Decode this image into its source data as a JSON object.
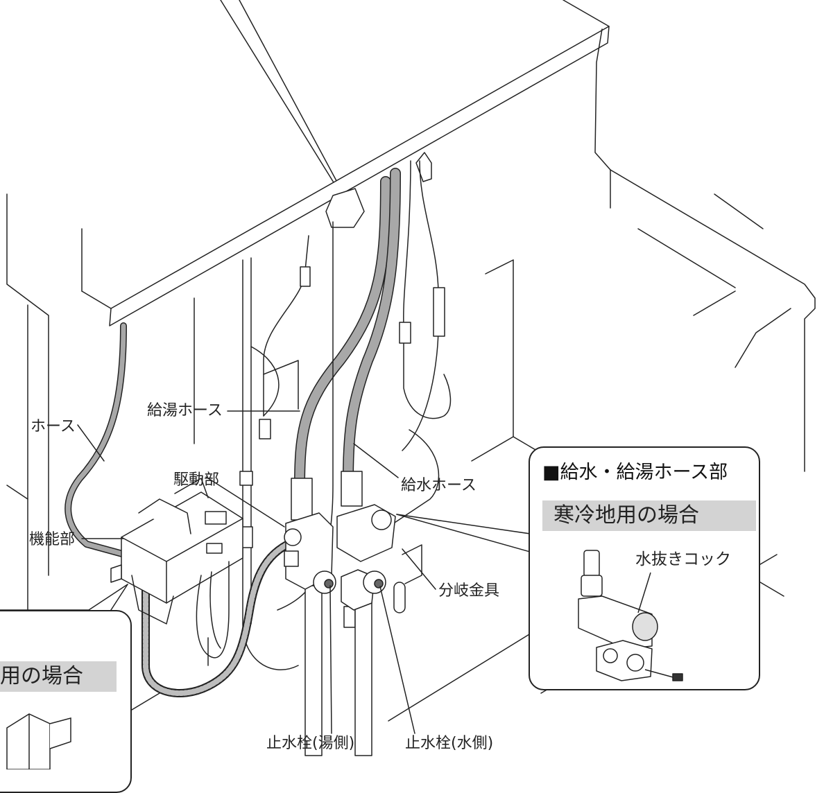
{
  "labels": {
    "hose": "ホース",
    "hot_water_hose": "給湯ホース",
    "drive_unit": "駆動部",
    "water_supply_hose": "給水ホース",
    "function_unit": "機能部",
    "branch_fitting": "分岐金具",
    "stop_valve_hot": "止水栓(湯側)",
    "stop_valve_cold": "止水栓(水側)"
  },
  "callout_right": {
    "title": "■給水・給湯ホース部",
    "subtitle": "寒冷地用の場合",
    "label": "水抜きコック"
  },
  "callout_left": {
    "subtitle_partial": "用の場合"
  },
  "colors": {
    "line": "#222222",
    "hose_fill": "#a8a8a8",
    "banner_gray": "#d3d3d3",
    "background": "#ffffff"
  }
}
